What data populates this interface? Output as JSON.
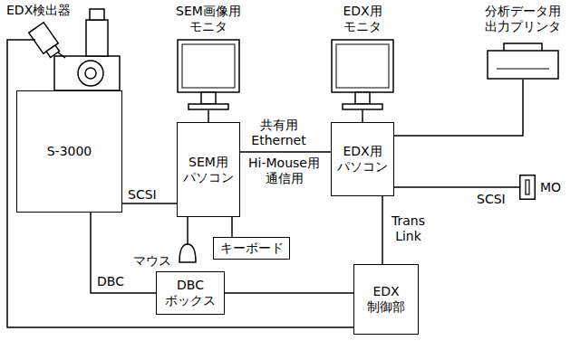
{
  "diagram": {
    "nodes": [
      {
        "text": [
          "SEM画像用 モニタ"
        ]
      },
      {
        "text": [
          "EDX用 モニタ"
        ]
      },
      {
        "text": [
          "分析データ用 出力プリンタ"
        ]
      },
      {
        "text": [
          "S-3000"
        ]
      },
      {
        "text": [
          "SEM用 パソコン"
        ]
      },
      {
        "text": [
          "EDX用 パソコン"
        ]
      },
      {
        "text": [
          "MO"
        ]
      },
      {
        "text": [
          "キーボード"
        ]
      },
      {
        "text": [
          "DBC ボックス"
        ]
      },
      {
        "text": [
          "EDX 制御部"
        ]
      }
    ],
    "edges": [
      {
        "from": 3,
        "to": 4,
        "label": "SCSI",
        "arrow": "none"
      },
      {
        "from": 4,
        "to": 5,
        "label": "共有用 Ethernet",
        "arrow": "none"
      },
      {
        "from": 0,
        "to": 4,
        "arrow": "none"
      },
      {
        "from": 1,
        "to": 5,
        "arrow": "none"
      },
      {
        "from": 5,
        "to": 2,
        "arrow": "none"
      },
      {
        "from": 5,
        "to": 6,
        "label": "SCSI",
        "arrow": "none"
      },
      {
        "from": 5,
        "to": 9,
        "label": "Trans Link",
        "arrow": "none"
      },
      {
        "from": 4,
        "to": 7,
        "arrow": "none"
      },
      {
        "from": 3,
        "to": 8,
        "label": "DBC",
        "arrow": "none"
      },
      {
        "from": 8,
        "to": 9,
        "arrow": "none"
      }
    ],
    "labels": [
      "EDX検出器",
      "Hi-Mouse用 通信用",
      "マウス"
    ]
  }
}
